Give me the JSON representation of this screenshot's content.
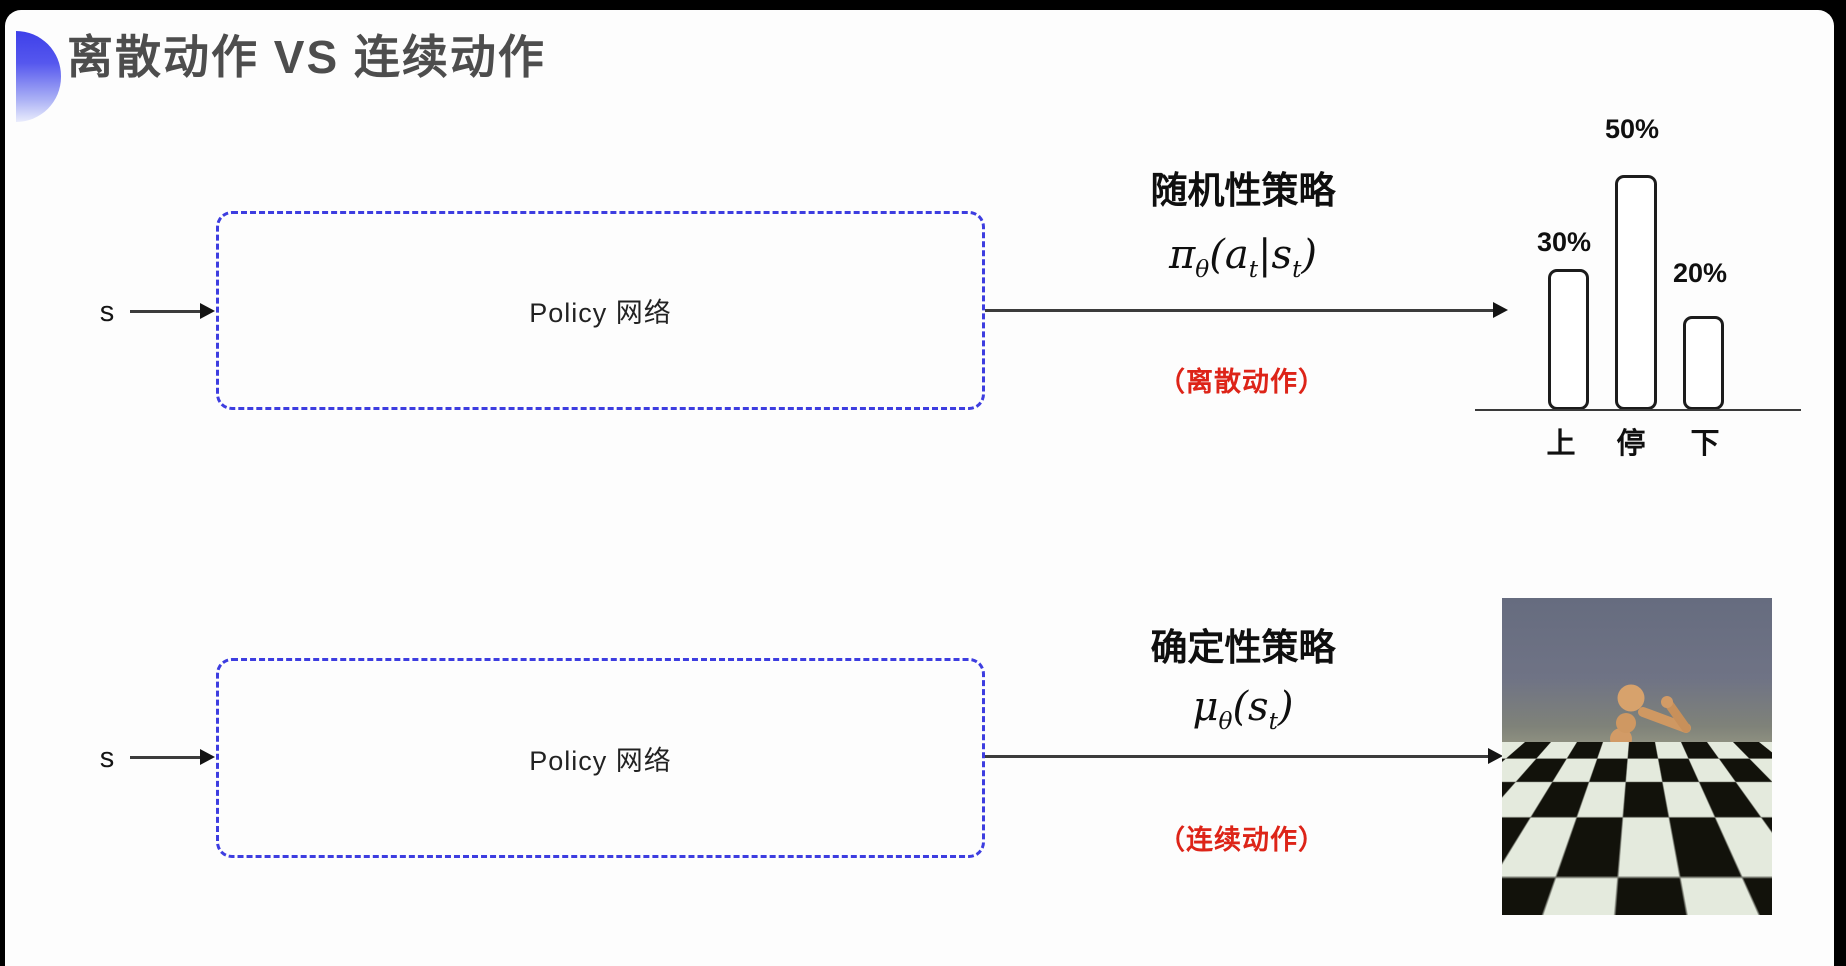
{
  "slide": {
    "title": "离散动作 VS 连续动作"
  },
  "rows": [
    {
      "id": "stochastic",
      "input_label": "s",
      "network_label": "Policy 网络",
      "policy_title": "随机性策略",
      "formula": {
        "symbol": "π",
        "sub": "θ",
        "lp": "(",
        "arg1": "a",
        "arg1_sub": "t",
        "sep": "|",
        "arg2": "s",
        "arg2_sub": "t",
        "rp": ")"
      },
      "action_note": "（离散动作）"
    },
    {
      "id": "deterministic",
      "input_label": "s",
      "network_label": "Policy 网络",
      "policy_title": "确定性策略",
      "formula": {
        "symbol": "μ",
        "sub": "θ",
        "lp": "(",
        "arg1": "s",
        "arg1_sub": "t",
        "rp": ")"
      },
      "action_note": "（连续动作）"
    }
  ],
  "chart_data": {
    "type": "bar",
    "title": "",
    "categories": [
      "上",
      "停",
      "下"
    ],
    "values": [
      30,
      50,
      20
    ],
    "value_labels": [
      "30%",
      "50%",
      "20%"
    ],
    "ylim": [
      0,
      55
    ],
    "legend": null,
    "grid": false,
    "notes": "probability distribution over discrete actions output by stochastic policy"
  },
  "sim_image": {
    "semantic_name": "mujoco-humanoid-on-checkerboard-floor"
  },
  "colors": {
    "dashed_box_blue": "#3d3de0",
    "red_note": "#dd2418",
    "title_gray": "#4d4d4d",
    "line_black": "#141414",
    "deco_gradient_top": "#3e40e9",
    "deco_gradient_bottom": "#e9ecfc"
  }
}
